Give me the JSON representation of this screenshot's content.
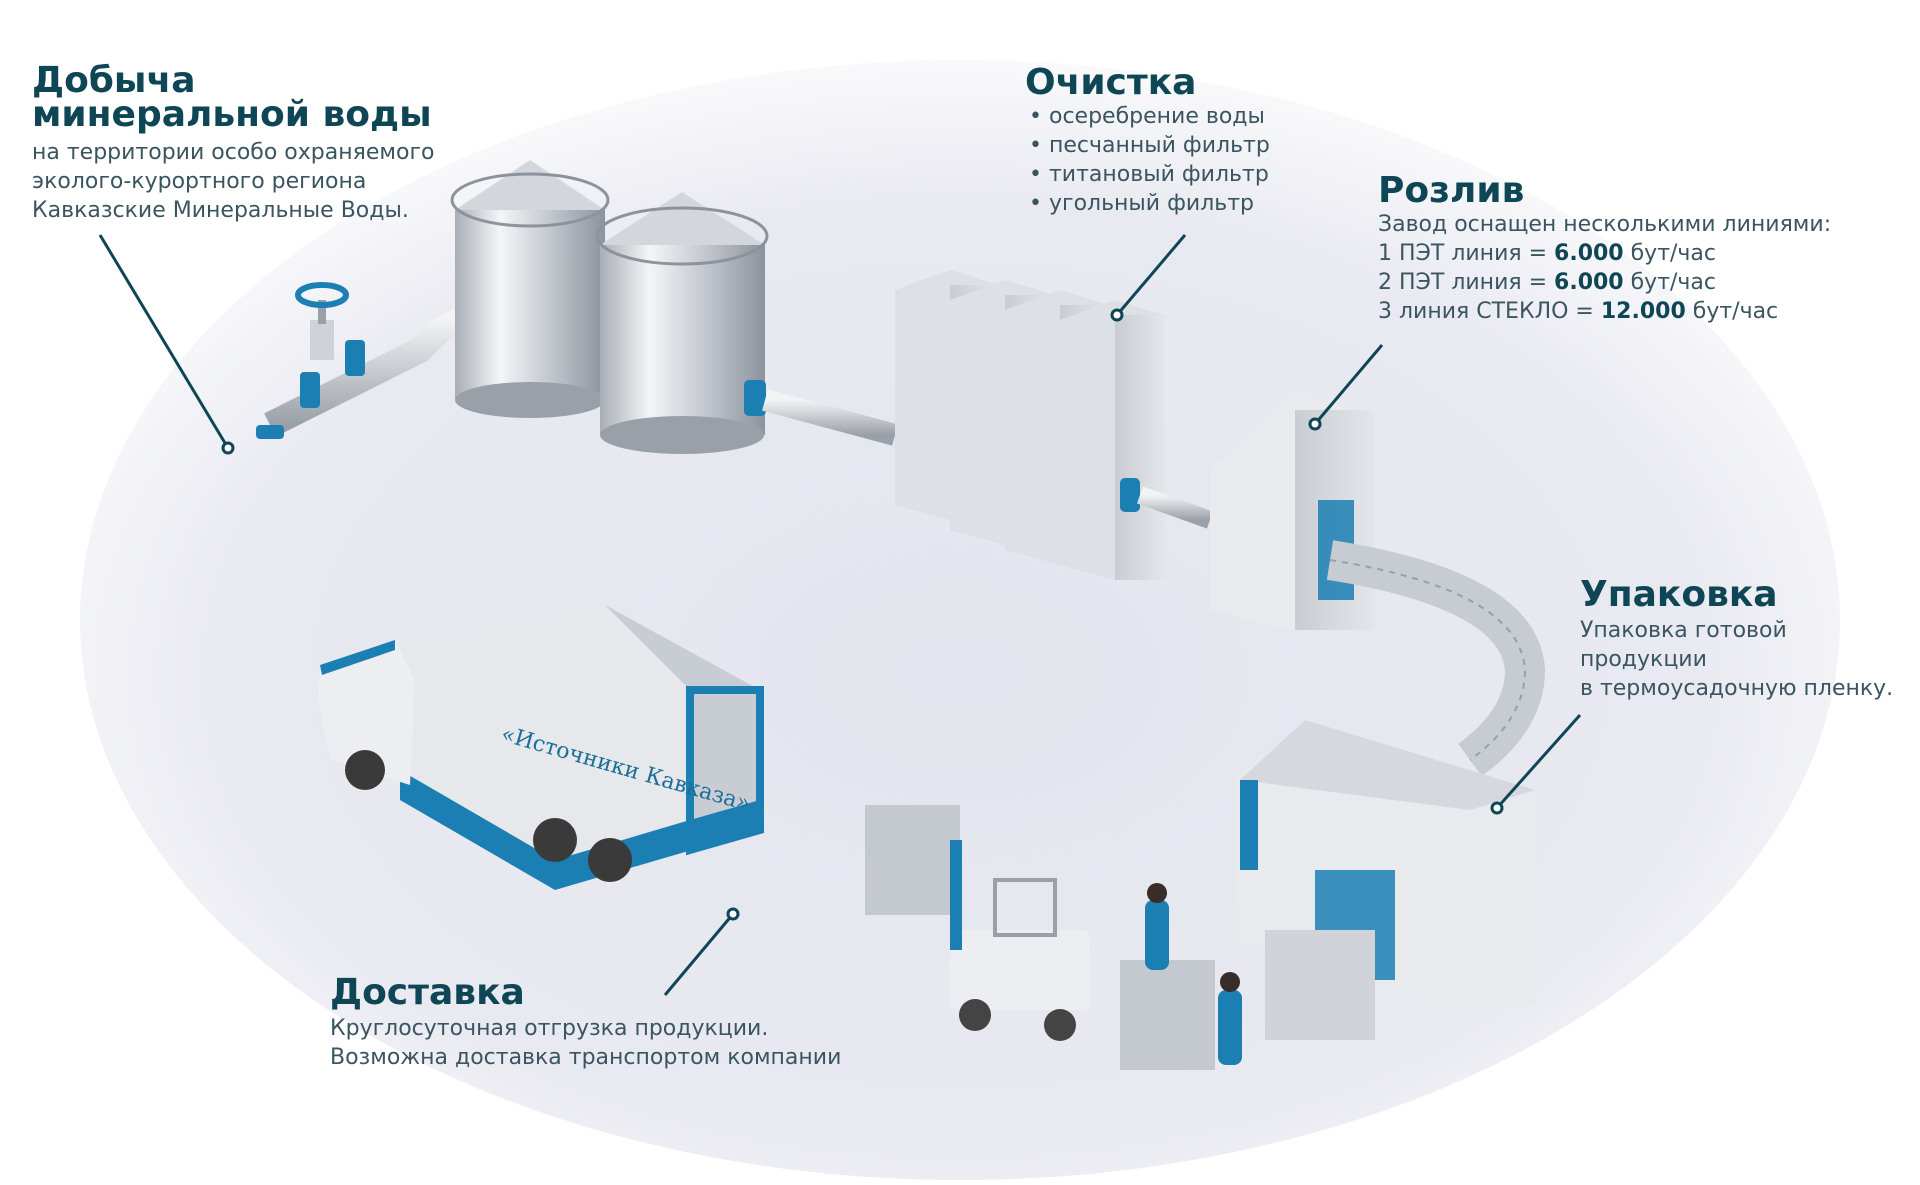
{
  "colors": {
    "accent": "#0f4655",
    "blue": "#1b7fb3",
    "text": "#3b5560",
    "metal": "#d9dde3"
  },
  "stages": {
    "extraction": {
      "title_line1": "Добыча",
      "title_line2": "минеральной воды",
      "desc_lines": [
        "на территории особо охраняемого",
        "эколого-курортного региона",
        "Кавказские Минеральные Воды."
      ]
    },
    "purification": {
      "title": "Очистка",
      "items": [
        "осеребрение воды",
        "песчанный фильтр",
        "титановый фильтр",
        "угольный фильтр"
      ]
    },
    "bottling": {
      "title": "Розлив",
      "intro": "Завод оснащен несколькими линиями:",
      "lines": [
        {
          "pre": "1 ПЭТ линия = ",
          "value": "6.000",
          "unit": " бут/час"
        },
        {
          "pre": "2 ПЭТ линия = ",
          "value": "6.000",
          "unit": " бут/час"
        },
        {
          "pre": "3 линия СТЕКЛО = ",
          "value": "12.000",
          "unit": " бут/час"
        }
      ]
    },
    "packing": {
      "title": "Упаковка",
      "desc_lines": [
        "Упаковка готовой продукции",
        "в термоусадочную пленку."
      ]
    },
    "delivery": {
      "title": "Доставка",
      "desc_lines": [
        "Круглосуточная отгрузка продукции.",
        "Возможна доставка транспортом компании"
      ]
    }
  },
  "truck": {
    "brand_text": "«Источники Кавказа»"
  }
}
